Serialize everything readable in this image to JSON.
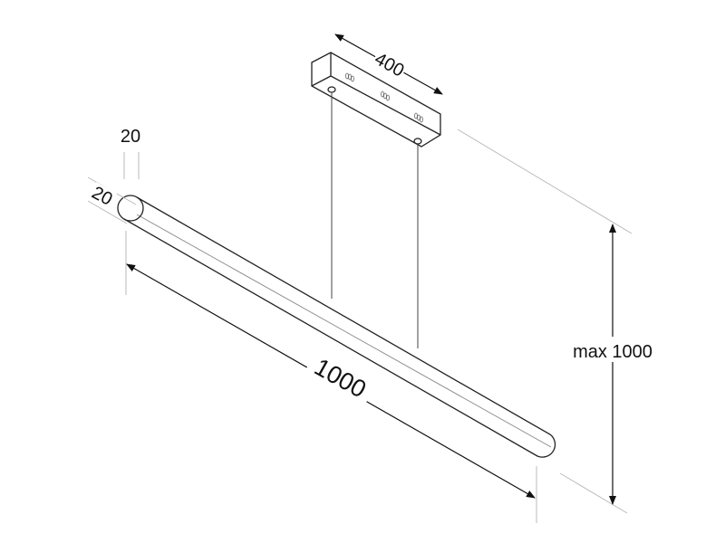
{
  "dimensions": {
    "canopy_length": "400",
    "tube_height": "20",
    "tube_width": "20",
    "tube_length": "1000",
    "max_drop": "max 1000"
  },
  "colors": {
    "line": "#222222",
    "extension": "#bbbbbb"
  }
}
